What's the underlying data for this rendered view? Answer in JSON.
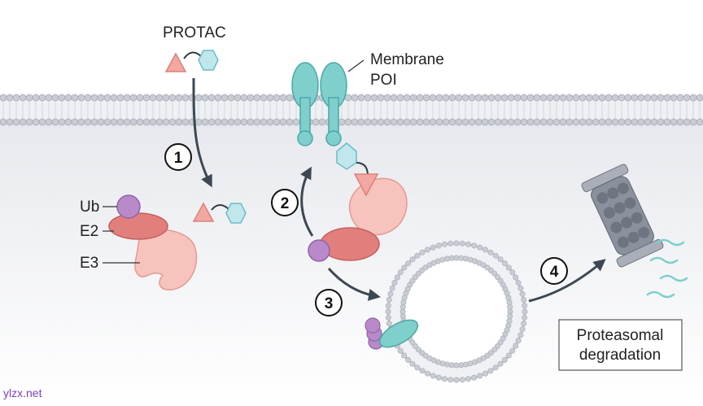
{
  "labels": {
    "protac": "PROTAC",
    "membrane_poi_line1": "Membrane",
    "membrane_poi_line2": "POI",
    "ub": "Ub",
    "e2": "E2",
    "e3": "E3",
    "degradation_line1": "Proteasomal",
    "degradation_line2": "degradation",
    "watermark": "ylzx.net"
  },
  "steps": [
    "1",
    "2",
    "3",
    "4"
  ],
  "colors": {
    "protac_triangle": "#f2a7a0",
    "protac_hexagon": "#bfe7ec",
    "poi": "#7fcfcc",
    "e3": "#f6c3bd",
    "e2": "#e17f7c",
    "ub": "#b98ac9",
    "membrane": "#c9ccd3",
    "arrow": "#3d4852",
    "proteasome": "#8a909c"
  },
  "icons": [
    "protac-molecule",
    "membrane-poi",
    "e3-ligase",
    "e2-enzyme",
    "ubiquitin",
    "lysosome-vesicle",
    "proteasome"
  ]
}
